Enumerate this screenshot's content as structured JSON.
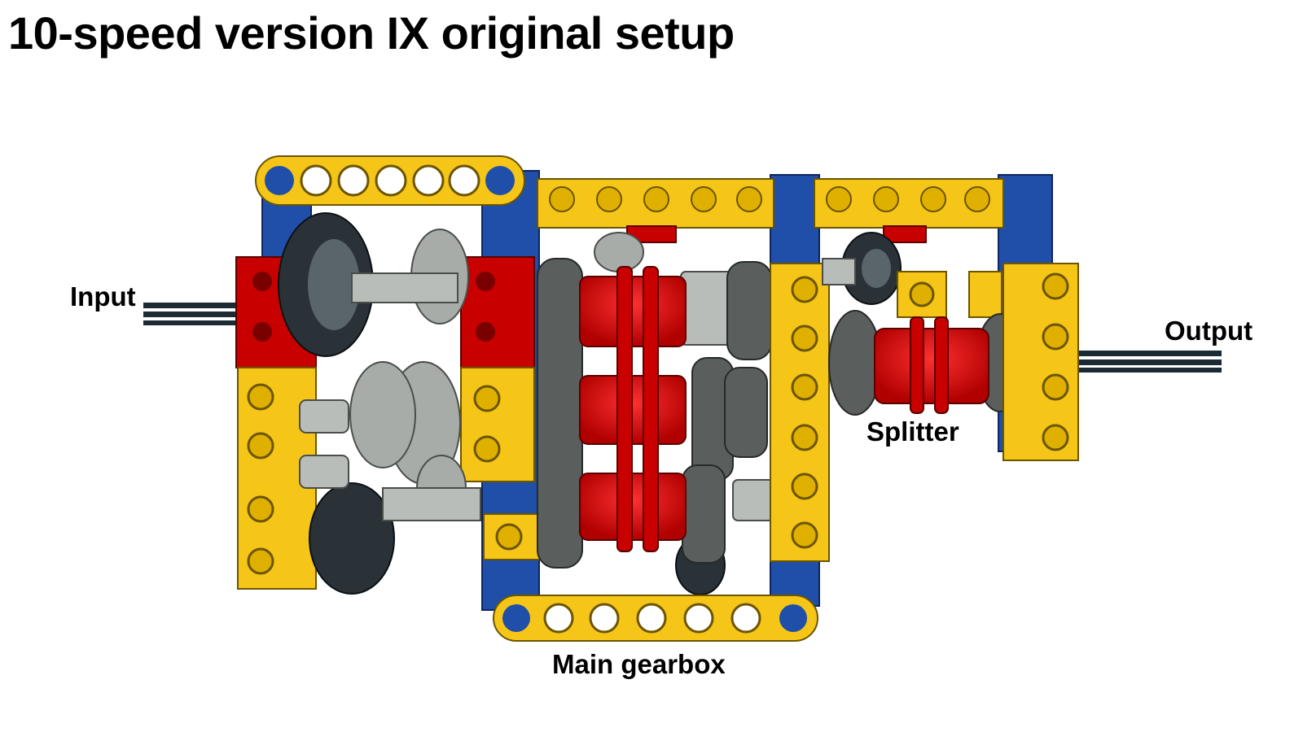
{
  "title": "10-speed version IX original setup",
  "labels": {
    "input": "Input",
    "output": "Output",
    "splitter": "Splitter",
    "main_gearbox": "Main gearbox"
  },
  "colors": {
    "yellow": "#f5c518",
    "red": "#c80000",
    "blue": "#1f4fa8",
    "dark_gray": "#5a5e5c",
    "light_gray": "#a8aca9",
    "black_gear": "#2a3238",
    "axle": "#1c2a33"
  },
  "icons": {
    "brick_logo": "LEGO"
  }
}
